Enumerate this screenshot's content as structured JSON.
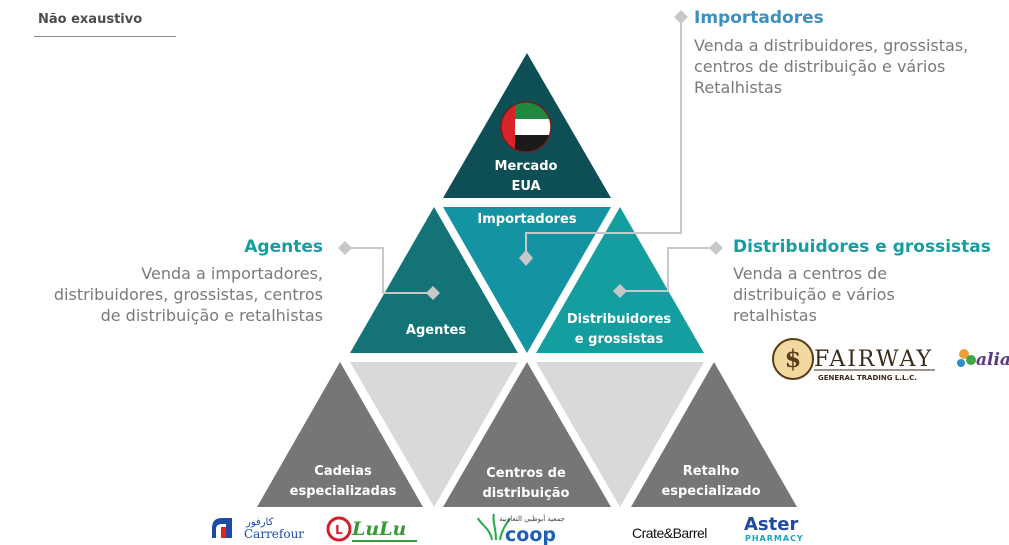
{
  "badge": "Não exaustivo",
  "pyramid": {
    "top": [
      "Mercado",
      "EUA"
    ],
    "importadores": "Importadores",
    "agentes": "Agentes",
    "distribuidores": [
      "Distribuidores",
      "e grossistas"
    ],
    "cadeias": [
      "Cadeias",
      "especializadas"
    ],
    "centros": [
      "Centros de",
      "distribuição"
    ],
    "retalho": [
      "Retalho",
      "especializado"
    ]
  },
  "callouts": {
    "importadores": {
      "title": "Importadores",
      "lines": [
        "Venda a distribuidores, grossistas,",
        "centros de distribuição e vários",
        "Retalhistas"
      ]
    },
    "agentes": {
      "title": "Agentes",
      "lines": [
        "Venda a importadores,",
        "distribuidores, grossistas, centros",
        "de distribuição e retalhistas"
      ]
    },
    "distribuidores": {
      "title": "Distribuidores e grossistas",
      "lines": [
        "Venda a centros de",
        "distribuição e vários",
        "retalhistas"
      ]
    }
  },
  "logos": {
    "fairway": "FAIRWAY",
    "fairway_sub": "GENERAL TRADING L.L.C.",
    "alia": "alia",
    "carrefour": "Carrefour",
    "lulu": "LuLu",
    "coop": "coop",
    "cratebarrel": "Crate&Barrel",
    "aster": "Aster",
    "aster_sub": "PHARMACY"
  },
  "colors": {
    "dark_teal": "#0d4f55",
    "mid_teal": "#137377",
    "blue_teal": "#1494a3",
    "bright_teal": "#159ea0",
    "gray": "#7a7a7a",
    "light_gray": "#d9d9d9",
    "importadores_title": "#3d8fbd",
    "flag_green": "#1f8a3f",
    "flag_red": "#d8232a"
  }
}
